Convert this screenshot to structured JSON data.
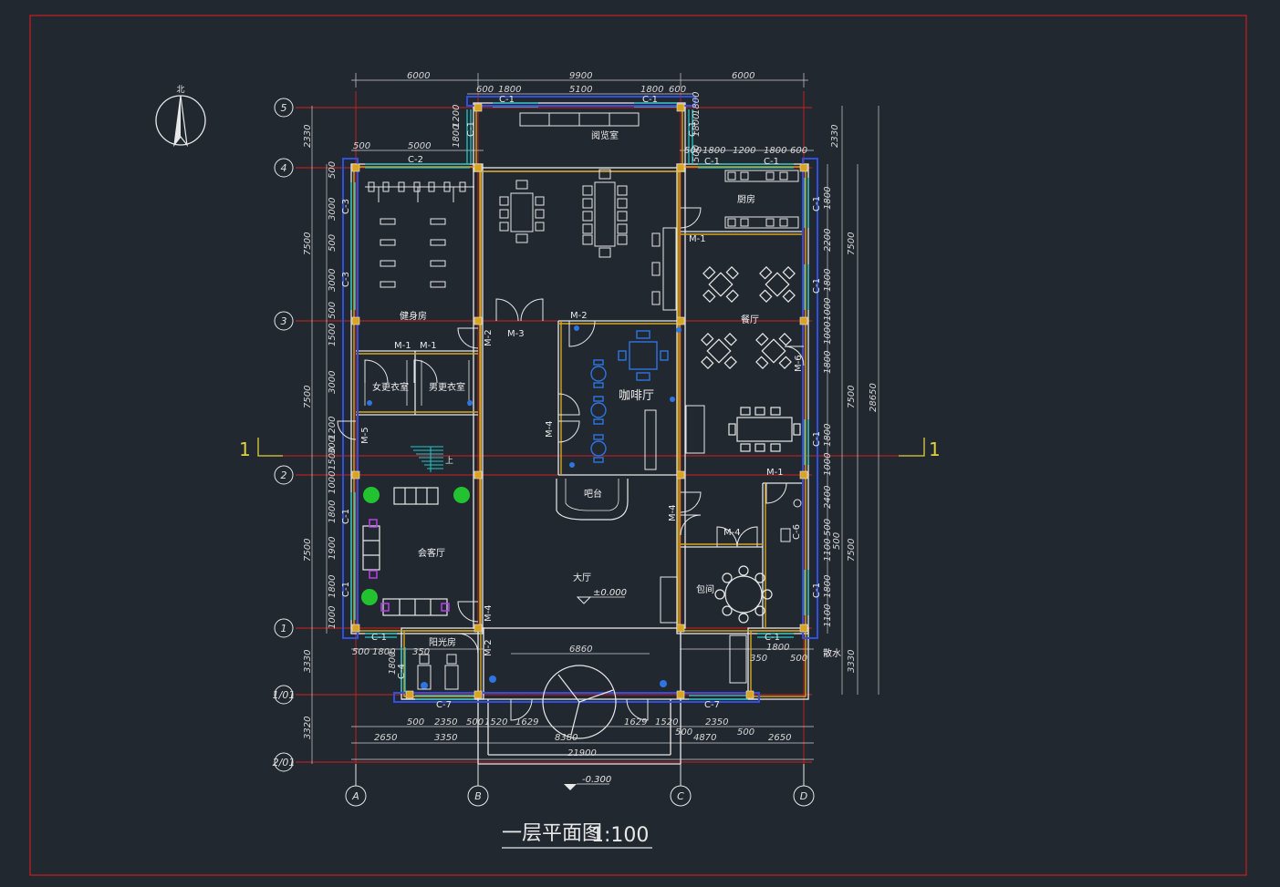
{
  "title": "一层平面图",
  "scale": "1:100",
  "north": "北",
  "section_mark": "1",
  "elev_floor": "±0.000",
  "elev_ground": "-0.300",
  "rooms": {
    "reading": "阅览室",
    "gym": "健身房",
    "female": "女更衣室",
    "male": "男更衣室",
    "coffee": "咖啡厅",
    "bar": "吧台",
    "hall": "大厅",
    "kitchen": "厨房",
    "dining": "餐厅",
    "meeting": "会客厅",
    "sun": "阳光房",
    "private": "包间",
    "outside": "散水"
  },
  "axes_num": [
    "5",
    "4",
    "3",
    "2",
    "1",
    "1/01",
    "2/01"
  ],
  "axes_let": [
    "A",
    "B",
    "C",
    "D"
  ],
  "dims": {
    "top_a": "6000",
    "top_b": "9900",
    "top_c": "6000",
    "t2_1": "600",
    "t2_2": "1800",
    "t2_3": "5100",
    "t2_4": "1800",
    "t2_5": "600",
    "t3_1": "500",
    "t3_2": "5000",
    "t3_3": "500",
    "t3_4": "1800",
    "t3_5": "1200",
    "t3_6": "1800",
    "t3_7": "600",
    "b1_1": "500",
    "b1_2": "1800",
    "b1_3": "350",
    "b1_4": "350",
    "b1_5": "1800",
    "b1_6": "500",
    "b2_1": "500",
    "b2_2": "2350",
    "b2_3": "500",
    "b2_4": "1520",
    "b2_5": "1629",
    "b2_6": "1629",
    "b2_7": "1520",
    "b2_8": "500",
    "b2_9": "2350",
    "b2_10": "500",
    "b3_1": "2650",
    "b3_2": "3350",
    "b3_3": "8380",
    "b3_4": "4870",
    "b3_5": "2650",
    "b4": "21900",
    "arc": "6860",
    "bay": "8380",
    "l_1": "2330",
    "l_2": "7500",
    "l_3": "7500",
    "l_4": "7500",
    "l_5": "3330",
    "l_6": "3320",
    "l2_1": "500",
    "l2_2": "3000",
    "l2_3": "500",
    "l2_4": "3000",
    "l2_5": "500",
    "l2_6": "1500",
    "l2_7": "3000",
    "l2_8": "1200",
    "l2_9": "300",
    "l2_10": "1500",
    "l2_11": "1000",
    "l2_12": "1800",
    "l2_13": "1900",
    "l2_14": "1800",
    "l2_15": "1000",
    "l3_1": "1800",
    "l3_2": "1800",
    "l3_3": "1200",
    "r_1": "2330",
    "r_2": "7500",
    "r_3": "7500",
    "r_4": "7500",
    "r_5": "3330",
    "r_total": "28650",
    "r2_1": "1800",
    "r2_2": "2200",
    "r2_3": "1800",
    "r2_4": "1000",
    "r2_5": "1000",
    "r2_6": "1800",
    "r2_7": "1800",
    "r2_8": "1000",
    "r2_9": "2400",
    "r2_10": "500",
    "r2_11": "1100",
    "r2_12": "1800",
    "r2_13": "1100",
    "r2_14": "500",
    "s_1": "1800",
    "s_2": "1800",
    "s_3": "500"
  },
  "windows": {
    "c1": "C-1",
    "c2": "C-2",
    "c3": "C-3",
    "c4": "C-4",
    "c6": "C-6",
    "c7": "C-7"
  },
  "doors": {
    "m1": "M-1",
    "m2": "M-2",
    "m3": "M-3",
    "m4": "M-4",
    "m5": "M-5",
    "m6": "M-6"
  },
  "stair_label": "上",
  "colors": {
    "background": "#212830",
    "wall": "#e8e8e8",
    "wall_hatch": "#d9a520",
    "window": "#23c7c7",
    "axis": "#d21f1f",
    "frame": "#c81e1e",
    "furniture": "#eeeeee",
    "blue_furniture": "#2f74e0",
    "plant": "#23c231",
    "marker": "#7b3fe8",
    "section": "#e0d040"
  }
}
